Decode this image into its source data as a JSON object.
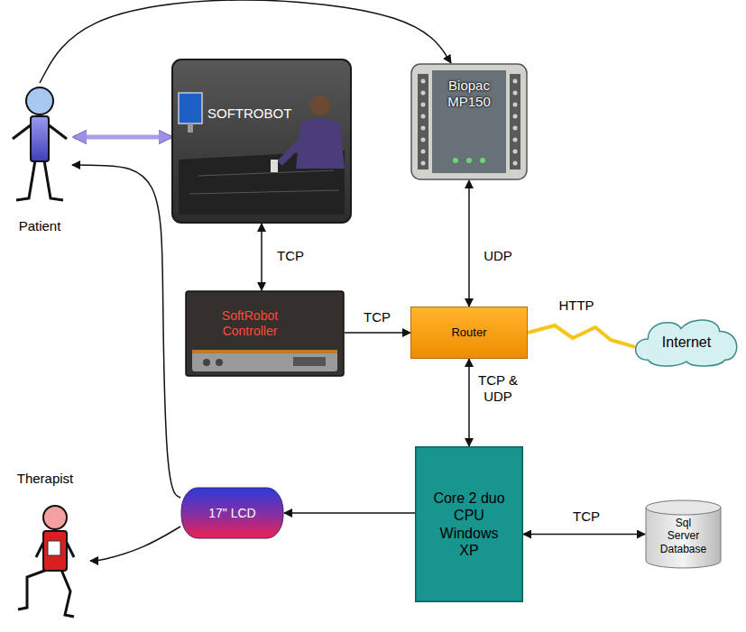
{
  "diagram": {
    "nodes": [
      {
        "text": [
          "Patient"
        ]
      },
      {
        "text": [
          "SOFTROBOT"
        ]
      },
      {
        "text": [
          "Biopac MP150"
        ]
      },
      {
        "text": [
          "SoftRobot Controller"
        ]
      },
      {
        "text": [
          "Router"
        ]
      },
      {
        "text": [
          "Internet"
        ]
      },
      {
        "text": [
          "Therapist"
        ]
      },
      {
        "text": [
          "17\" LCD"
        ]
      },
      {
        "text": [
          "Core 2 duo CPU Windows XP"
        ]
      },
      {
        "text": [
          "Sql Server Database"
        ]
      }
    ],
    "edges": [
      {
        "from": 0,
        "to": 2,
        "arrow": "to"
      },
      {
        "from": 0,
        "to": 1,
        "arrow": "both"
      },
      {
        "from": 1,
        "to": 3,
        "label": "TCP",
        "arrow": "both"
      },
      {
        "from": 2,
        "to": 4,
        "label": "UDP",
        "arrow": "both"
      },
      {
        "from": 3,
        "to": 4,
        "label": "TCP",
        "arrow": "to"
      },
      {
        "from": 4,
        "to": 5,
        "label": "HTTP",
        "arrow": "none"
      },
      {
        "from": 4,
        "to": 8,
        "label": "TCP & UDP",
        "arrow": "both"
      },
      {
        "from": 8,
        "to": 9,
        "label": "TCP",
        "arrow": "both"
      },
      {
        "from": 8,
        "to": 7,
        "arrow": "to"
      },
      {
        "from": 7,
        "to": 6,
        "arrow": "to"
      },
      {
        "from": 7,
        "to": 0,
        "arrow": "to"
      }
    ]
  }
}
